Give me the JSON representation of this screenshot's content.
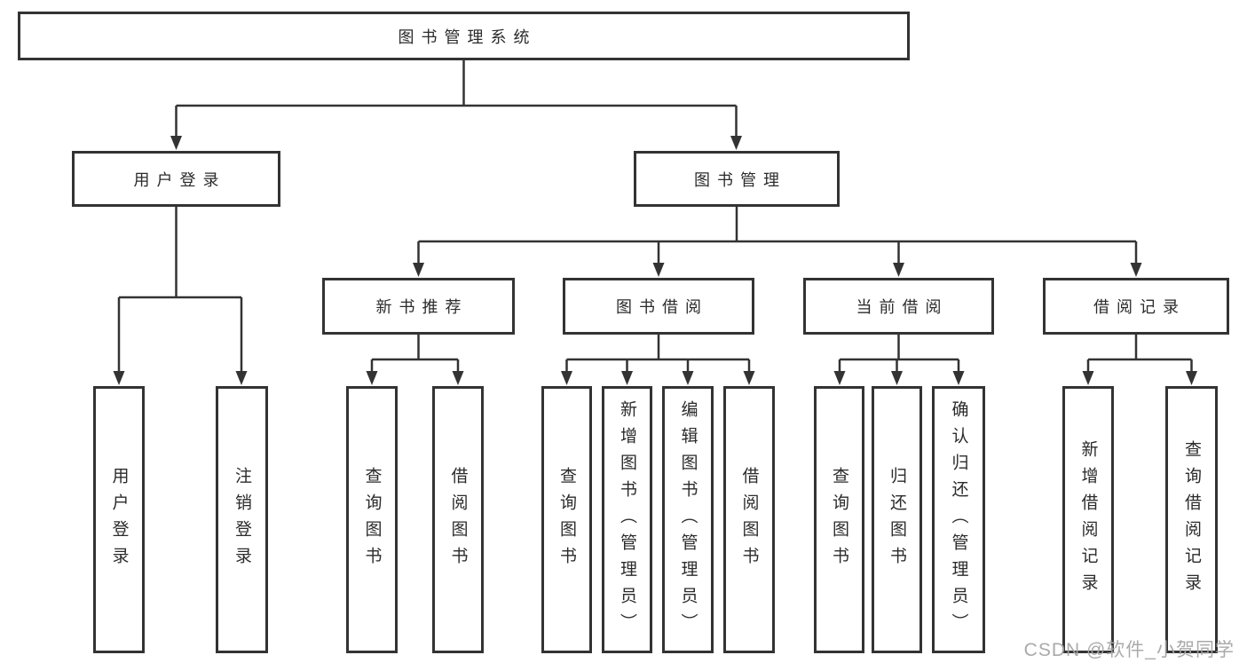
{
  "nodes": {
    "root": "图书管理系统",
    "level2": [
      "用户登录",
      "图书管理"
    ],
    "level3": [
      "新书推荐",
      "图书借阅",
      "当前借阅",
      "借阅记录"
    ],
    "leaves": [
      "用户登录",
      "注销登录",
      "查询图书",
      "借阅图书",
      "查询图书",
      "新增图书（管理员）",
      "编辑图书（管理员）",
      "借阅图书",
      "查询图书",
      "归还图书",
      "确认归还（管理员）",
      "新增借阅记录",
      "查询借阅记录"
    ]
  },
  "watermark": "CSDN @软件_小贺同学",
  "colors": {
    "line": "#333333",
    "border": "#333333",
    "text": "#2b2b2b",
    "watermark": "#a5a5a5",
    "background": "#ffffff"
  }
}
